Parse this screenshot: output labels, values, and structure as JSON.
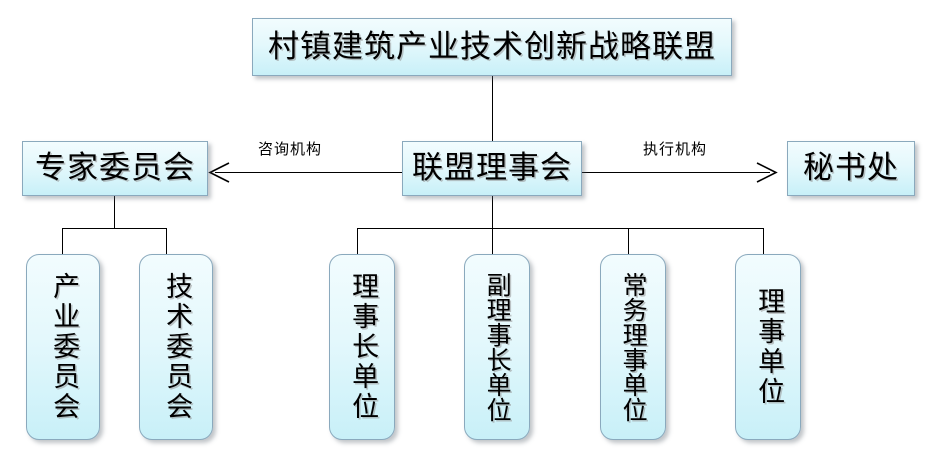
{
  "diagram": {
    "title": "村镇建筑产业技术创新战略联盟",
    "colors": {
      "box_fill_top": "#f2fcfe",
      "box_fill_bottom": "#c8f0f8",
      "box_border": "#8aa9bd",
      "line": "#000000",
      "text": "#000000",
      "background": "#ffffff"
    },
    "nodes": {
      "root": {
        "label": "村镇建筑产业技术创新战略联盟"
      },
      "expert_committee": {
        "label": "专家委员会"
      },
      "alliance_council": {
        "label": "联盟理事会"
      },
      "secretariat": {
        "label": "秘书处"
      },
      "industry_committee": {
        "label": "产业委员会"
      },
      "technology_committee": {
        "label": "技术委员会"
      },
      "chairman_unit": {
        "label": "理事长单位"
      },
      "vice_chairman_unit": {
        "label": "副理事长单位"
      },
      "executive_director_unit": {
        "label": "常务理事单位"
      },
      "director_unit": {
        "label": "理事单位"
      }
    },
    "edge_labels": {
      "advisory": "咨询机构",
      "executive": "执行机构"
    }
  }
}
